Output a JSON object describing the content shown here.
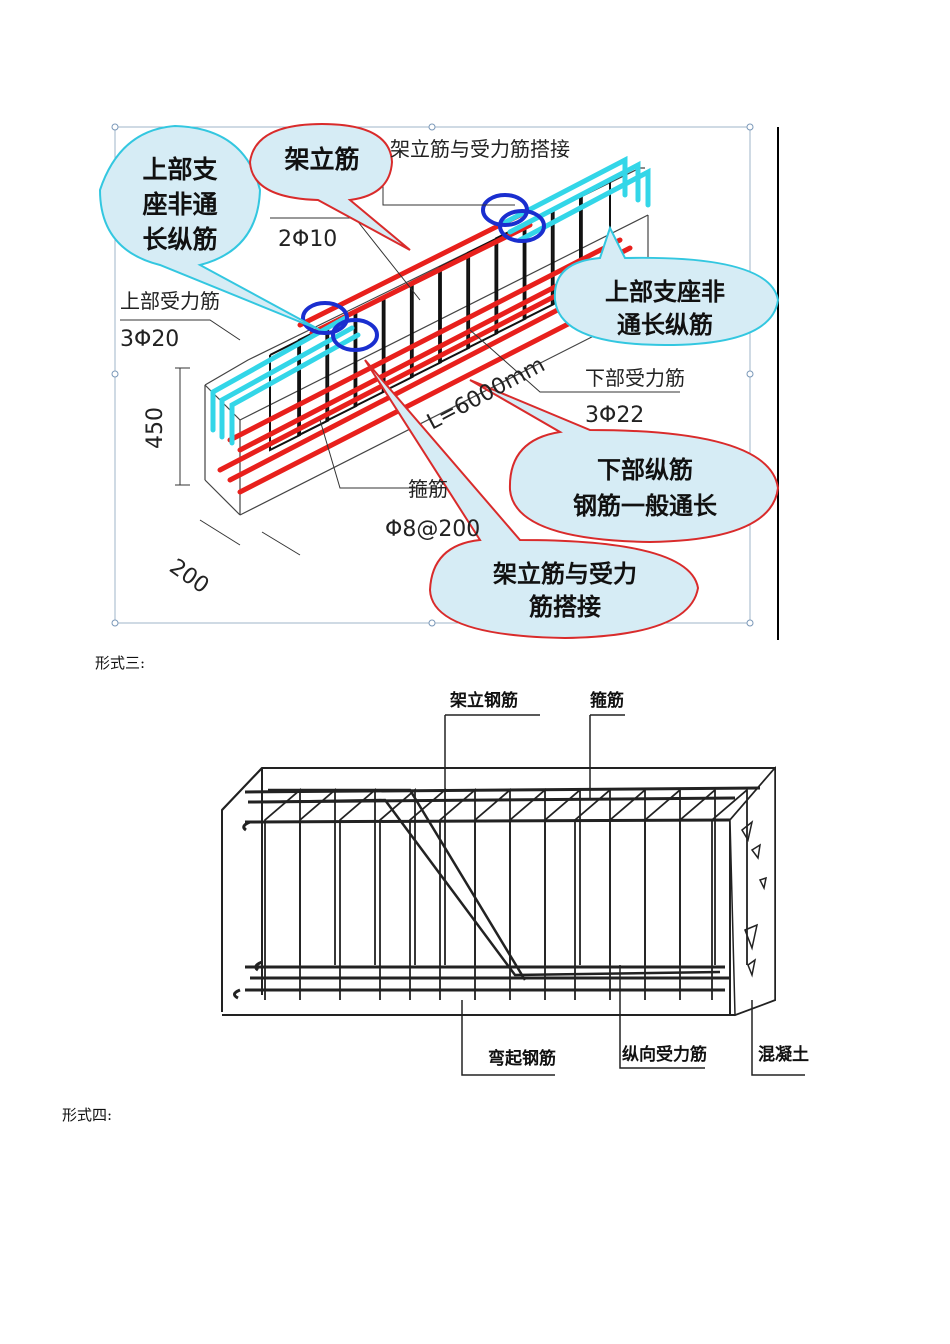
{
  "diagram1": {
    "callouts": {
      "top_support": [
        "上部支",
        "座非通",
        "长纵筋"
      ],
      "erection_bar": "架立筋",
      "right_support": [
        "上部支座非",
        "通长纵筋"
      ],
      "bottom_long": [
        "下部纵筋",
        "钢筋一般通长"
      ],
      "lap": [
        "架立筋与受力",
        "筋搭接"
      ]
    },
    "labels": {
      "lap_top": "架立筋与受力筋搭接",
      "erection_spec": "2Φ10",
      "top_bar_title": "上部受力筋",
      "top_bar_spec": "3Φ20",
      "height": "450",
      "length": "L=6000mm",
      "bottom_bar_title": "下部受力筋",
      "bottom_bar_spec": "3Φ22",
      "stirrup_title": "箍筋",
      "stirrup_spec": "Φ8@200",
      "width": "200"
    },
    "colors": {
      "main_bar": "#e8201c",
      "support_bar": "#33d6e8",
      "lap_ring": "#1a2ecf",
      "bubble_fill": "#d6ecf5"
    }
  },
  "heading3": "形式三:",
  "diagram2": {
    "labels": {
      "erection_steel": "架立钢筋",
      "stirrup": "箍筋",
      "bent_bar": "弯起钢筋",
      "longitudinal_bar": "纵向受力筋",
      "concrete": "混凝土"
    }
  },
  "heading4": "形式四:"
}
